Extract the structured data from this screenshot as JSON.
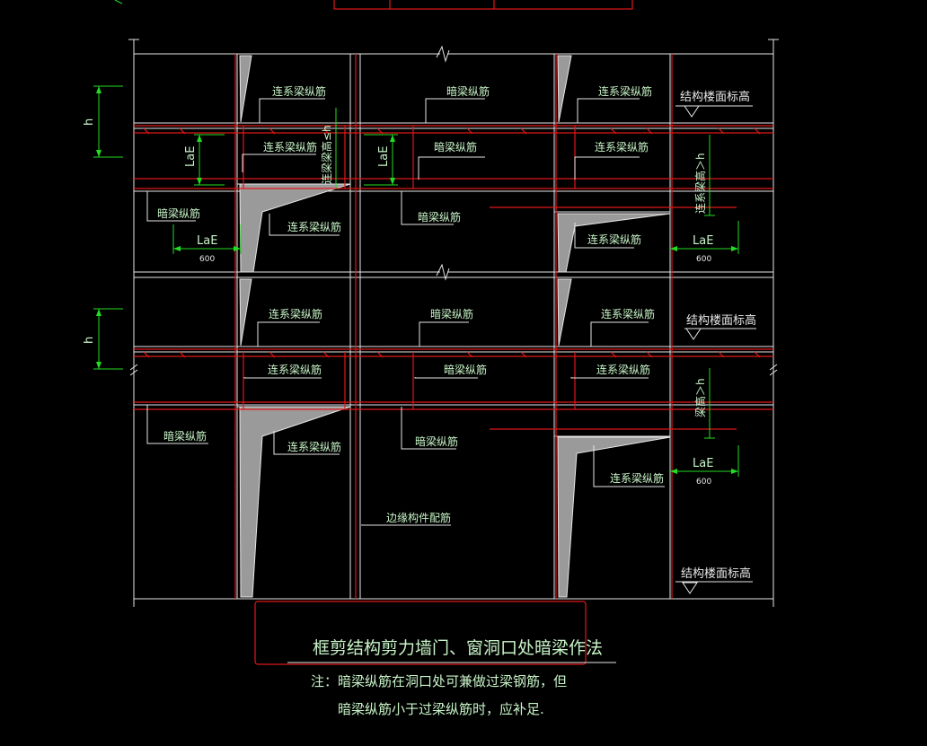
{
  "labels": {
    "lianliang": "连系梁纵筋",
    "anliang": "暗梁纵筋",
    "floor_elev": "结构楼面标高",
    "laE": "LaE",
    "dim600": "600",
    "h": "h",
    "beam_height_le": "连梁梁高≤h",
    "beam_height_gt": "连系梁高＞h",
    "beam_height_gt_short": "梁高＞h",
    "edge_member": "边缘构件配筋"
  },
  "title": "框剪结构剪力墙门、窗洞口处暗梁作法",
  "note": {
    "line1": "注：暗梁纵筋在洞口处可兼做过梁钢筋，但",
    "line2": "暗梁纵筋小于过梁纵筋时，应补足."
  },
  "colors": {
    "background": "#000000",
    "wall_line": "#e6e6e6",
    "rebar": "#e01818",
    "dimension": "#22dd22",
    "text": "#c8f5c8",
    "highlight_box": "#e01818"
  }
}
